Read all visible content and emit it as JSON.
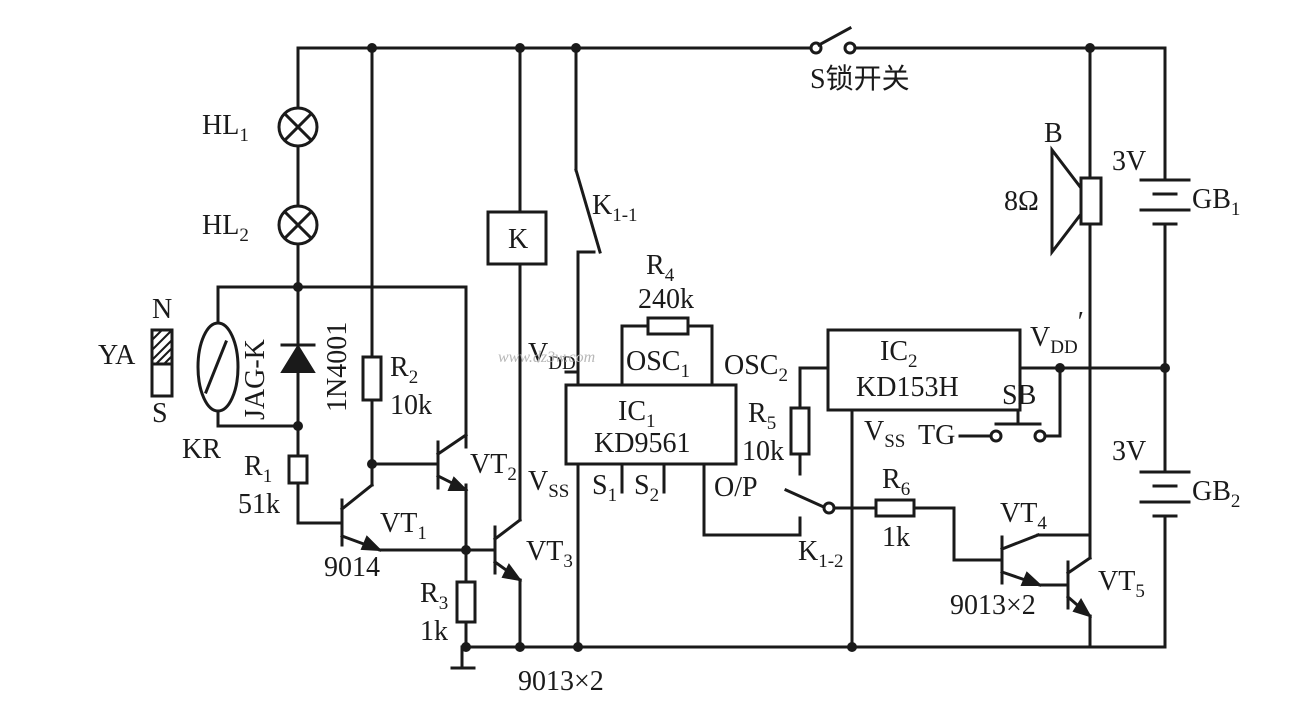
{
  "labels": {
    "s_switch": "S锁开关",
    "hl1": {
      "main": "HL",
      "sub": "1"
    },
    "hl2": {
      "main": "HL",
      "sub": "2"
    },
    "ya": "YA",
    "magnet_n": "N",
    "magnet_s": "S",
    "jagk": "JAG-K",
    "kr": "KR",
    "diode": "1N4001",
    "r1": {
      "main": "R",
      "sub": "1",
      "value": "51k"
    },
    "r2": {
      "main": "R",
      "sub": "2",
      "value": "10k"
    },
    "r3": {
      "main": "R",
      "sub": "3",
      "value": "1k"
    },
    "r4": {
      "main": "R",
      "sub": "4",
      "value": "240k"
    },
    "r5": {
      "main": "R",
      "sub": "5",
      "value": "10k"
    },
    "r6": {
      "main": "R",
      "sub": "6",
      "value": "1k"
    },
    "vt1": {
      "main": "VT",
      "sub": "1"
    },
    "vt1_type": "9014",
    "vt2": {
      "main": "VT",
      "sub": "2"
    },
    "vt3": {
      "main": "VT",
      "sub": "3"
    },
    "vt23_type": "9013×2",
    "vt4": {
      "main": "VT",
      "sub": "4"
    },
    "vt5": {
      "main": "VT",
      "sub": "5"
    },
    "vt45_type": "9013×2",
    "relay": "K",
    "k11": {
      "main": "K",
      "sub": "1-1"
    },
    "k12": {
      "main": "K",
      "sub": "1-2"
    },
    "ic1": {
      "main": "IC",
      "sub": "1",
      "part": "KD9561"
    },
    "ic1_pins": {
      "vdd": {
        "main": "V",
        "sub": "DD"
      },
      "osc1": {
        "main": "OSC",
        "sub": "1"
      },
      "vss": {
        "main": "V",
        "sub": "SS"
      },
      "s1": {
        "main": "S",
        "sub": "1"
      },
      "s2": {
        "main": "S",
        "sub": "2"
      },
      "op": "O/P"
    },
    "ic2": {
      "main": "IC",
      "sub": "2",
      "part": "KD153H"
    },
    "ic2_pins": {
      "osc2": {
        "main": "OSC",
        "sub": "2"
      },
      "vdd": {
        "main": "V",
        "sub": "DD",
        "prime": "′"
      },
      "vss": {
        "main": "V",
        "sub": "SS"
      },
      "tg": "TG"
    },
    "sb": "SB",
    "speaker": "B",
    "speaker_imp": "8Ω",
    "gb1": {
      "main": "GB",
      "sub": "1",
      "volt": "3V"
    },
    "gb2": {
      "main": "GB",
      "sub": "2",
      "volt": "3V"
    },
    "watermark": "www.dz3w.com"
  }
}
